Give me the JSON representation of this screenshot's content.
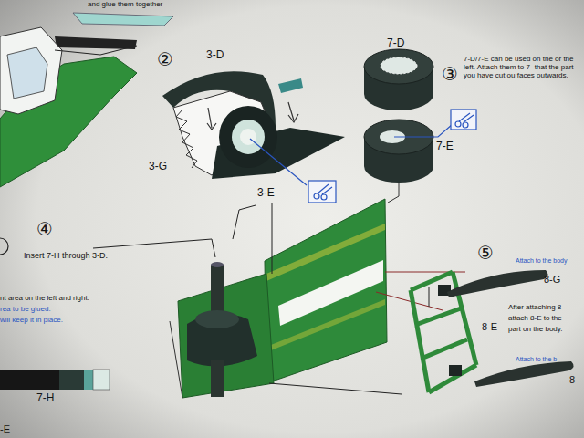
{
  "diagram": {
    "labels": [
      "and glue them together",
      "②",
      "3-D",
      "3-G",
      "3-E",
      "7-D",
      "7-E",
      "③",
      "7-D/7-E can be used on the or the left. Attach them to 7- that the part you have cut ou faces outwards.",
      "④",
      "Insert 7-H through 3-D.",
      "nt area on the left and right.",
      "rea to be glued.",
      "will keep it in place.",
      "7-H",
      "-E",
      "⑤",
      "Attach to the body",
      "8-G",
      "After attaching 8-",
      "attach 8-E to the",
      "part on the body.",
      "8-E",
      "Attach to the b",
      "8-"
    ]
  }
}
